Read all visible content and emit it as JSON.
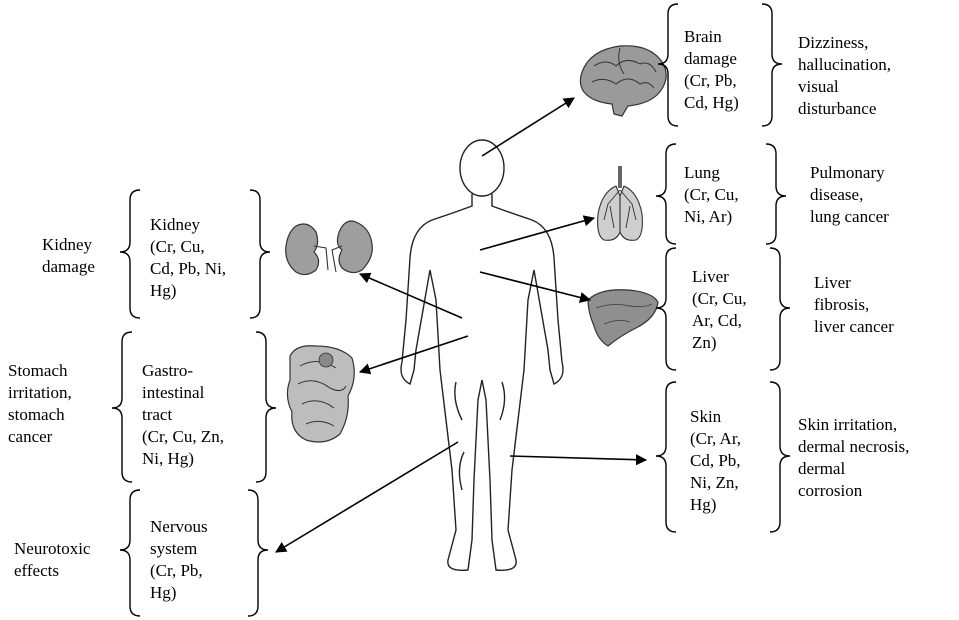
{
  "groups": [
    {
      "id": "brain",
      "organ": "Brain damage",
      "organ_lines": [
        "Brain",
        "damage",
        "(Cr, Pb,",
        "Cd, Hg)"
      ],
      "effect_lines": [
        "Dizziness,",
        "hallucination,",
        "visual",
        "disturbance"
      ]
    },
    {
      "id": "lung",
      "organ": "Lung",
      "organ_lines": [
        "Lung",
        "(Cr, Cu,",
        "Ni, Ar)"
      ],
      "effect_lines": [
        "Pulmonary",
        "disease,",
        "lung cancer"
      ]
    },
    {
      "id": "liver",
      "organ": "Liver",
      "organ_lines": [
        "Liver",
        "(Cr, Cu,",
        "Ar, Cd,",
        "Zn)"
      ],
      "effect_lines": [
        "Liver",
        "fibrosis,",
        "liver cancer"
      ]
    },
    {
      "id": "skin",
      "organ": "Skin",
      "organ_lines": [
        "Skin",
        "(Cr, Ar,",
        "Cd, Pb,",
        "Ni, Zn,",
        "Hg)"
      ],
      "effect_lines": [
        "Skin irritation,",
        "dermal necrosis,",
        "dermal",
        "corrosion"
      ]
    },
    {
      "id": "kidney",
      "organ": "Kidney",
      "organ_lines": [
        "Kidney",
        "(Cr, Cu,",
        "Cd, Pb, Ni,",
        "Hg)"
      ],
      "effect_lines": [
        "Kidney",
        "damage"
      ]
    },
    {
      "id": "gi",
      "organ": "Gastrointestinal tract",
      "organ_lines": [
        "Gastro-",
        "intestinal",
        "tract",
        "(Cr, Cu, Zn,",
        "Ni, Hg)"
      ],
      "effect_lines": [
        "Stomach",
        "irritation,",
        "stomach",
        "cancer"
      ]
    },
    {
      "id": "nervous",
      "organ": "Nervous system",
      "organ_lines": [
        "Nervous",
        "system",
        "(Cr, Pb,",
        "Hg)"
      ],
      "effect_lines": [
        "Neurotoxic",
        "effects"
      ]
    }
  ],
  "icons": [
    "human-body-icon",
    "brain-icon",
    "lungs-icon",
    "liver-icon",
    "kidneys-icon",
    "digestive-tract-icon"
  ]
}
